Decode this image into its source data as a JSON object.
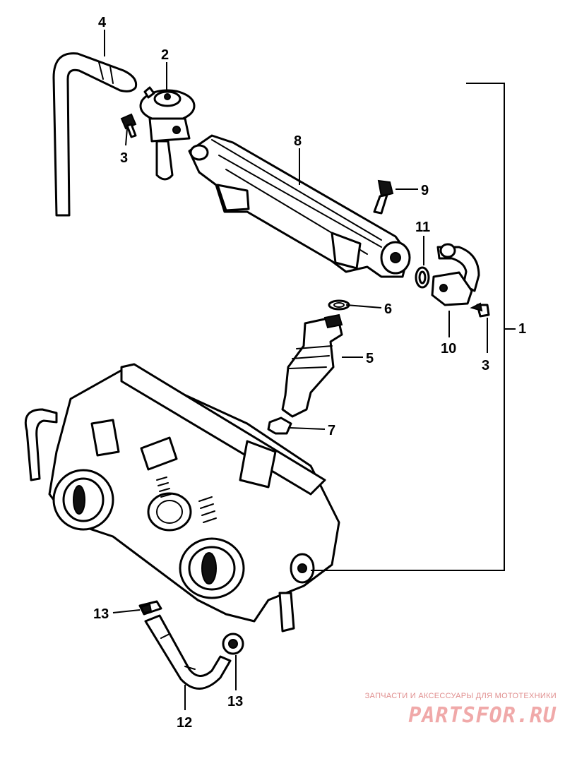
{
  "callouts": {
    "c1": "1",
    "c2": "2",
    "c3a": "3",
    "c3b": "3",
    "c4": "4",
    "c5": "5",
    "c6": "6",
    "c7": "7",
    "c8": "8",
    "c9": "9",
    "c10": "10",
    "c11": "11",
    "c12": "12",
    "c13a": "13",
    "c13b": "13"
  },
  "watermark": {
    "tagline": "ЗАПЧАСТИ И АКСЕССУАРЫ ДЛЯ МОТОТЕХНИКИ",
    "logo": "PARTSFOR.RU"
  }
}
